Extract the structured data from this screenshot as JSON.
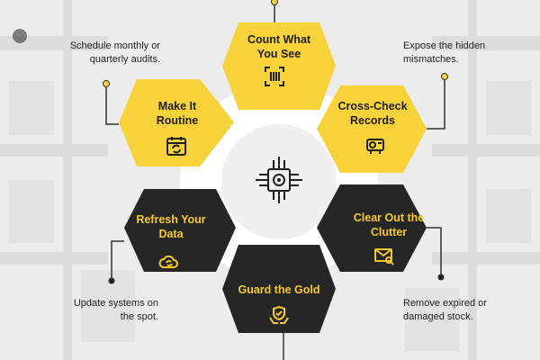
{
  "steps": [
    {
      "title": "Count What You See",
      "icon": "barcode-scanner-icon"
    },
    {
      "title": "Cross-Check Records",
      "icon": "projector-camera-icon"
    },
    {
      "title": "Clear Out the Clutter",
      "icon": "envelope-search-icon"
    },
    {
      "title": "Guard the Gold",
      "icon": "shield-hands-icon"
    },
    {
      "title": "Refresh Your Data",
      "icon": "cloud-sync-icon"
    },
    {
      "title": "Make It Routine",
      "icon": "calendar-cycle-icon"
    }
  ],
  "notes": {
    "schedule": "Schedule monthly or quarterly audits.",
    "expose": "Expose the hidden mismatches.",
    "remove": "Remove expired or damaged stock.",
    "update": "Update systems on the spot."
  },
  "center_icon": "circuit-gear-icon",
  "colors": {
    "yellow": "#f7d23a",
    "dark": "#262626",
    "ring": "#ffffff"
  }
}
